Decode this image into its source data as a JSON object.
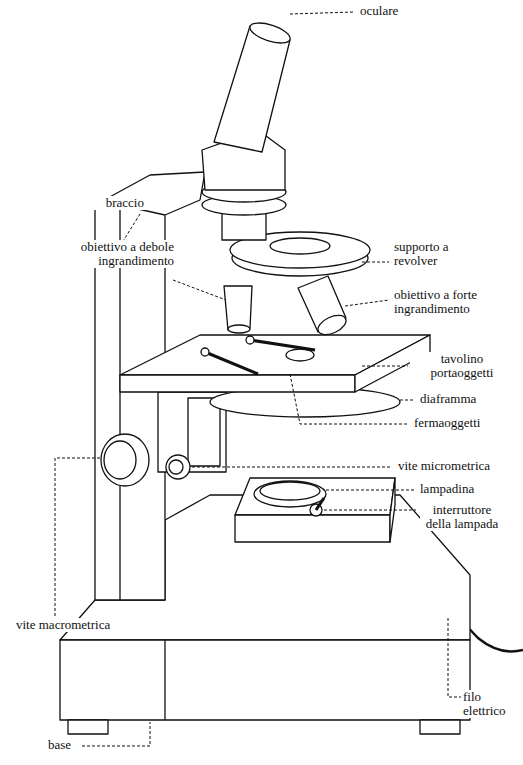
{
  "diagram": {
    "labels": [
      "oculare",
      "braccio",
      "supporto a revolver",
      "obiettivo a debole ingrandimento",
      "obiettivo a forte ingrandimento",
      "tavolino portaoggetti",
      "diaframma",
      "fermaoggetti",
      "vite micrometrica",
      "lampadina",
      "interruttore della lampada",
      "vite macrometrica",
      "base",
      "filo elettrico"
    ]
  }
}
